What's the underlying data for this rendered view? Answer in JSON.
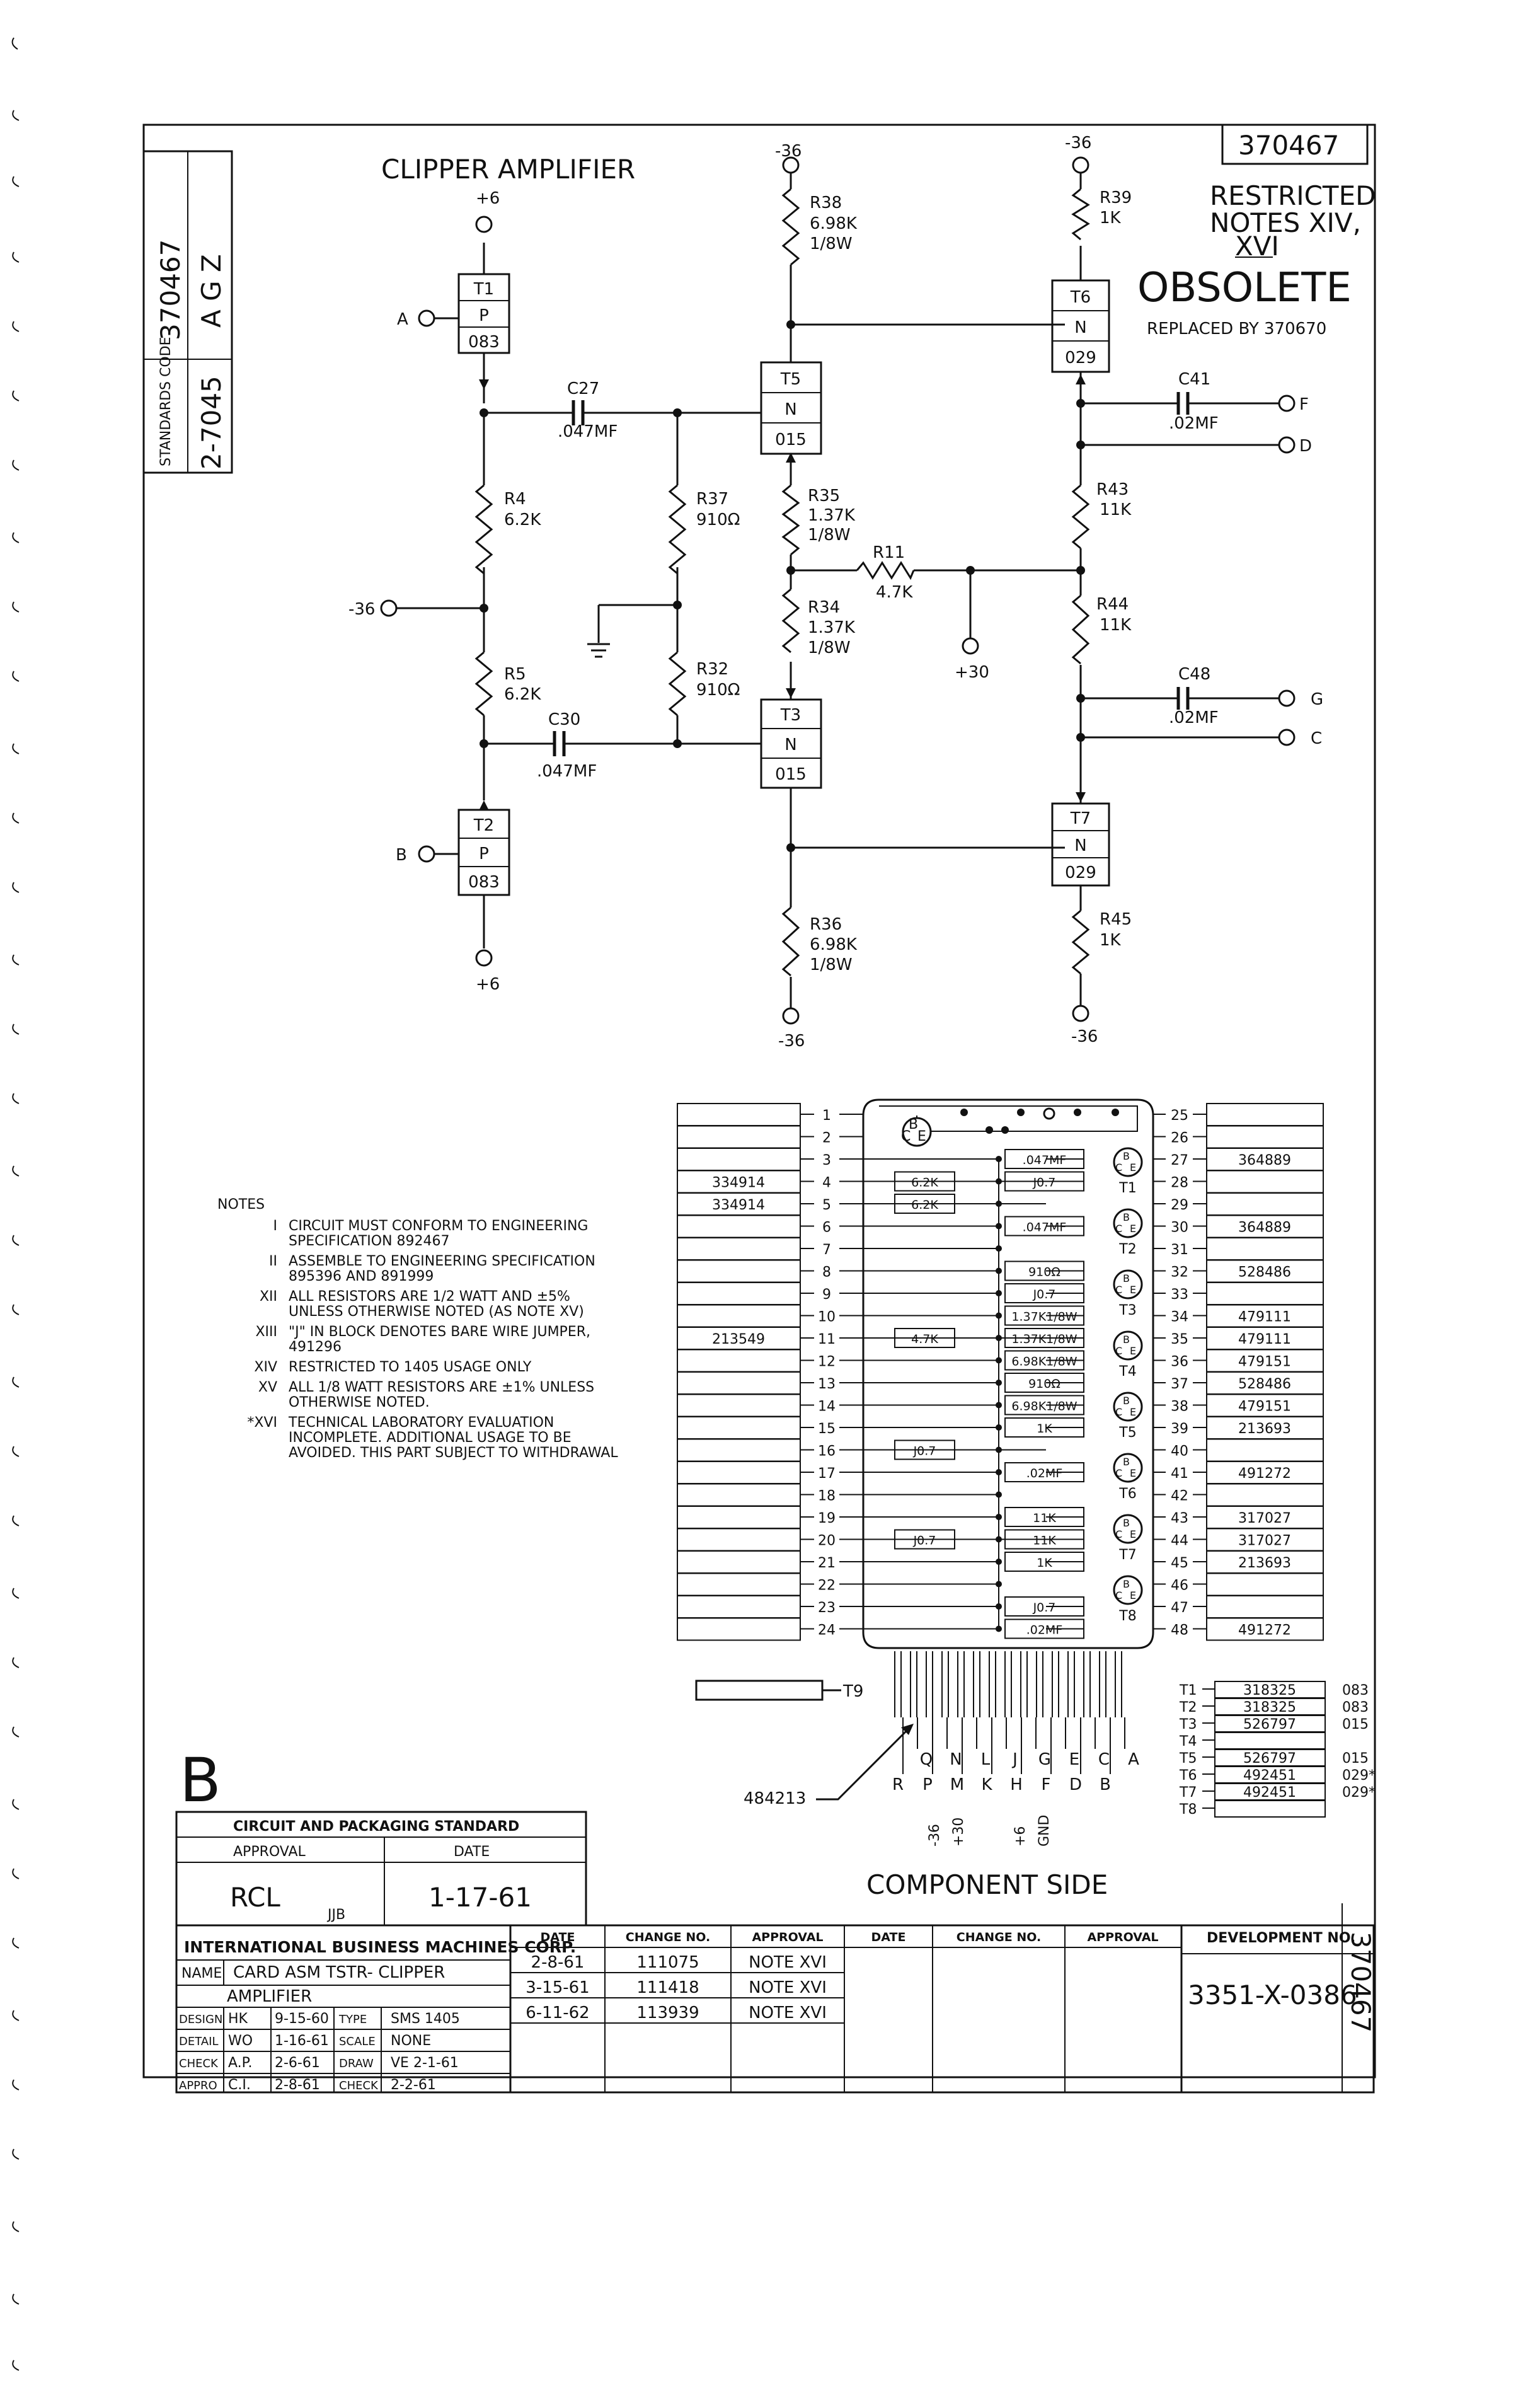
{
  "drawing_number": "370467",
  "side_number": "370467",
  "side_code": "A G Z",
  "side_standards": "STANDARDS CODE",
  "side_std_code": "2-7045",
  "title": "CLIPPER AMPLIFIER",
  "restricted": "RESTRICTED",
  "notes_ref": "NOTES XIV,",
  "notes_ref2": "XVI",
  "obsolete": "OBSOLETE",
  "replaced_by": "REPLACED BY 370670",
  "big_letter": "B",
  "component_side": "COMPONENT SIDE",
  "connector_part": "484213",
  "t9_label": "T9",
  "schematic": {
    "supplies": {
      "plus6_top": "+6",
      "plus6_bottom": "+6",
      "m36_r38": "-36",
      "m36_r39": "-36",
      "m36_left": "-36",
      "m36_r36": "-36",
      "m36_r45": "-36",
      "plus30": "+30"
    },
    "transistors": [
      {
        "name": "T1",
        "type": "P",
        "code": "083"
      },
      {
        "name": "T2",
        "type": "P",
        "code": "083"
      },
      {
        "name": "T3",
        "type": "N",
        "code": "015"
      },
      {
        "name": "T5",
        "type": "N",
        "code": "015"
      },
      {
        "name": "T6",
        "type": "N",
        "code": "029"
      },
      {
        "name": "T7",
        "type": "N",
        "code": "029"
      }
    ],
    "resistors": [
      {
        "name": "R38",
        "value": "6.98K",
        "rating": "1/8W"
      },
      {
        "name": "R39",
        "value": "1K",
        "rating": ""
      },
      {
        "name": "R4",
        "value": "6.2K",
        "rating": ""
      },
      {
        "name": "R37",
        "value": "910Ω",
        "rating": ""
      },
      {
        "name": "R35",
        "value": "1.37K",
        "rating": "1/8W"
      },
      {
        "name": "R11",
        "value": "4.7K",
        "rating": ""
      },
      {
        "name": "R34",
        "value": "1.37K",
        "rating": "1/8W"
      },
      {
        "name": "R5",
        "value": "6.2K",
        "rating": ""
      },
      {
        "name": "R32",
        "value": "910Ω",
        "rating": ""
      },
      {
        "name": "R43",
        "value": "11K",
        "rating": ""
      },
      {
        "name": "R44",
        "value": "11K",
        "rating": ""
      },
      {
        "name": "R36",
        "value": "6.98K",
        "rating": "1/8W"
      },
      {
        "name": "R45",
        "value": "1K",
        "rating": ""
      }
    ],
    "capacitors": [
      {
        "name": "C27",
        "value": ".047MF"
      },
      {
        "name": "C30",
        "value": ".047MF"
      },
      {
        "name": "C41",
        "value": ".02MF"
      },
      {
        "name": "C48",
        "value": ".02MF"
      }
    ],
    "terminals": {
      "a": "A",
      "b": "B",
      "f": "F",
      "d": "D",
      "g": "G",
      "c": "C"
    }
  },
  "notes": {
    "heading": "NOTES",
    "items": [
      {
        "num": "I",
        "lines": [
          "CIRCUIT MUST CONFORM TO ENGINEERING",
          "SPECIFICATION 892467"
        ]
      },
      {
        "num": "II",
        "lines": [
          "ASSEMBLE TO ENGINEERING SPECIFICATION",
          "895396 AND 891999"
        ]
      },
      {
        "num": "XII",
        "lines": [
          "ALL RESISTORS ARE 1/2 WATT AND ±5%",
          "UNLESS OTHERWISE NOTED (AS NOTE XV)"
        ]
      },
      {
        "num": "XIII",
        "lines": [
          "\"J\" IN BLOCK DENOTES BARE WIRE JUMPER,",
          "491296"
        ]
      },
      {
        "num": "XIV",
        "lines": [
          "RESTRICTED TO 1405 USAGE ONLY"
        ]
      },
      {
        "num": "XV",
        "lines": [
          "ALL 1/8 WATT RESISTORS ARE ±1% UNLESS",
          "OTHERWISE NOTED."
        ]
      },
      {
        "num": "*XVI",
        "lines": [
          "TECHNICAL LABORATORY EVALUATION",
          "INCOMPLETE.  ADDITIONAL USAGE TO BE",
          "AVOIDED.   THIS PART SUBJECT TO WITHDRAWAL"
        ]
      }
    ]
  },
  "layout": {
    "left_parts": [
      {
        "pos": "1",
        "part": ""
      },
      {
        "pos": "2",
        "part": ""
      },
      {
        "pos": "3",
        "part": ""
      },
      {
        "pos": "4",
        "part": "334914"
      },
      {
        "pos": "5",
        "part": "334914"
      },
      {
        "pos": "6",
        "part": ""
      },
      {
        "pos": "7",
        "part": ""
      },
      {
        "pos": "8",
        "part": ""
      },
      {
        "pos": "9",
        "part": ""
      },
      {
        "pos": "10",
        "part": ""
      },
      {
        "pos": "11",
        "part": "213549"
      },
      {
        "pos": "12",
        "part": ""
      },
      {
        "pos": "13",
        "part": ""
      },
      {
        "pos": "14",
        "part": ""
      },
      {
        "pos": "15",
        "part": ""
      },
      {
        "pos": "16",
        "part": ""
      },
      {
        "pos": "17",
        "part": ""
      },
      {
        "pos": "18",
        "part": ""
      },
      {
        "pos": "19",
        "part": ""
      },
      {
        "pos": "20",
        "part": ""
      },
      {
        "pos": "21",
        "part": ""
      },
      {
        "pos": "22",
        "part": ""
      },
      {
        "pos": "23",
        "part": ""
      },
      {
        "pos": "24",
        "part": ""
      }
    ],
    "right_parts": [
      {
        "pos": "25",
        "part": ""
      },
      {
        "pos": "26",
        "part": ""
      },
      {
        "pos": "27",
        "part": "364889"
      },
      {
        "pos": "28",
        "part": ""
      },
      {
        "pos": "29",
        "part": ""
      },
      {
        "pos": "30",
        "part": "364889"
      },
      {
        "pos": "31",
        "part": ""
      },
      {
        "pos": "32",
        "part": "528486"
      },
      {
        "pos": "33",
        "part": ""
      },
      {
        "pos": "34",
        "part": "479111"
      },
      {
        "pos": "35",
        "part": "479111"
      },
      {
        "pos": "36",
        "part": "479151"
      },
      {
        "pos": "37",
        "part": "528486"
      },
      {
        "pos": "38",
        "part": "479151"
      },
      {
        "pos": "39",
        "part": "213693"
      },
      {
        "pos": "40",
        "part": ""
      },
      {
        "pos": "41",
        "part": "491272"
      },
      {
        "pos": "42",
        "part": ""
      },
      {
        "pos": "43",
        "part": "317027"
      },
      {
        "pos": "44",
        "part": "317027"
      },
      {
        "pos": "45",
        "part": "213693"
      },
      {
        "pos": "46",
        "part": ""
      },
      {
        "pos": "47",
        "part": ""
      },
      {
        "pos": "48",
        "part": "491272"
      }
    ],
    "board_values": [
      {
        "col": "L",
        "row": 4,
        "text": "6.2K"
      },
      {
        "col": "L",
        "row": 5,
        "text": "6.2K"
      },
      {
        "col": "L",
        "row": 11,
        "text": "4.7K"
      },
      {
        "col": "L",
        "row": 16,
        "text": "J0.7"
      },
      {
        "col": "L",
        "row": 20,
        "text": "J0.7"
      },
      {
        "col": "R",
        "row": 3,
        "text": ".047MF"
      },
      {
        "col": "R",
        "row": 4,
        "text": "J0.7"
      },
      {
        "col": "R",
        "row": 6,
        "text": ".047MF"
      },
      {
        "col": "R",
        "row": 8,
        "text": "910Ω"
      },
      {
        "col": "R",
        "row": 9,
        "text": "J0.7"
      },
      {
        "col": "R",
        "row": 10,
        "text": "1.37K1/8W"
      },
      {
        "col": "R",
        "row": 11,
        "text": "1.37K1/8W"
      },
      {
        "col": "R",
        "row": 12,
        "text": "6.98K1/8W"
      },
      {
        "col": "R",
        "row": 13,
        "text": "910Ω"
      },
      {
        "col": "R",
        "row": 14,
        "text": "6.98K1/8W"
      },
      {
        "col": "R",
        "row": 15,
        "text": "1K"
      },
      {
        "col": "R",
        "row": 17,
        "text": ".02MF"
      },
      {
        "col": "R",
        "row": 19,
        "text": "11K"
      },
      {
        "col": "R",
        "row": 20,
        "text": "11K"
      },
      {
        "col": "R",
        "row": 21,
        "text": "1K"
      },
      {
        "col": "R",
        "row": 23,
        "text": "J0.7"
      },
      {
        "col": "R",
        "row": 24,
        "text": ".02MF"
      }
    ],
    "transistor_positions": [
      "T1",
      "T2",
      "T3",
      "T4",
      "T5",
      "T6",
      "T7",
      "T8"
    ],
    "pins_top": [
      "Q",
      "N",
      "L",
      "J",
      "G",
      "E",
      "C",
      "A"
    ],
    "pins_bottom": [
      "R",
      "P",
      "M",
      "K",
      "H",
      "F",
      "D",
      "B"
    ],
    "pin_labels": [
      "-36",
      "+30",
      "+6",
      "GND"
    ]
  },
  "transistor_table": [
    {
      "t": "T1",
      "part": "318325",
      "code": "083"
    },
    {
      "t": "T2",
      "part": "318325",
      "code": "083"
    },
    {
      "t": "T3",
      "part": "526797",
      "code": "015"
    },
    {
      "t": "T4",
      "part": "",
      "code": ""
    },
    {
      "t": "T5",
      "part": "526797",
      "code": "015"
    },
    {
      "t": "T6",
      "part": "492451",
      "code": "029*"
    },
    {
      "t": "T7",
      "part": "492451",
      "code": "029*"
    },
    {
      "t": "T8",
      "part": "",
      "code": ""
    }
  ],
  "standard_block": {
    "heading": "CIRCUIT AND PACKAGING STANDARD",
    "approval_label": "APPROVAL",
    "date_label": "DATE",
    "approval": "RCL",
    "initials": "JJB",
    "date": "1-17-61"
  },
  "title_block": {
    "company": "INTERNATIONAL BUSINESS MACHINES CORP.",
    "name_label": "NAME",
    "name_line1": "CARD ASM TSTR- CLIPPER",
    "name_line2": "AMPLIFIER",
    "rows": [
      {
        "l1": "DESIGN",
        "v1": "HK",
        "v2": "9-15-60",
        "l2": "TYPE",
        "v3": "SMS  1405"
      },
      {
        "l1": "DETAIL",
        "v1": "WO",
        "v2": "1-16-61",
        "l2": "SCALE",
        "v3": "NONE"
      },
      {
        "l1": "CHECK",
        "v1": "A.P.",
        "v2": "2-6-61",
        "l2": "DRAW",
        "v3": "VE   2-1-61"
      },
      {
        "l1": "APPRO",
        "v1": "C.I.",
        "v2": "2-8-61",
        "l2": "CHECK",
        "v3": "2-2-61"
      }
    ],
    "change_headers": [
      "DATE",
      "CHANGE NO.",
      "APPROVAL",
      "DATE",
      "CHANGE NO.",
      "APPROVAL"
    ],
    "changes": [
      {
        "date": "2-8-61",
        "change": "111075",
        "approval": "NOTE XVI"
      },
      {
        "date": "3-15-61",
        "change": "111418",
        "approval": "NOTE XVI"
      },
      {
        "date": "6-11-62",
        "change": "113939",
        "approval": "NOTE XVI"
      }
    ],
    "dev_label": "DEVELOPMENT NO.",
    "dev_no": "3351-X-0386",
    "corner_no": "370467"
  }
}
